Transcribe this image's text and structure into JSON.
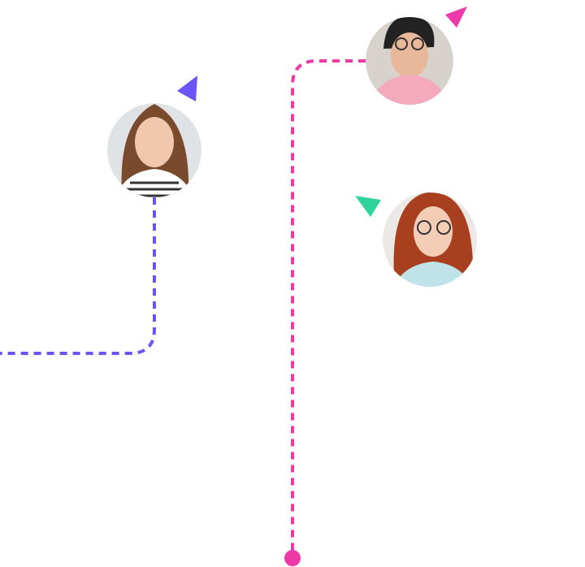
{
  "colors": {
    "purple": "#6c55f6",
    "pink": "#ee3aa8",
    "green": "#2fd39b",
    "background": "#ffffff"
  },
  "avatars": [
    {
      "name": "woman-striped-shirt",
      "hair": "#7a4a2c",
      "skin": "#f1c7ae",
      "bg": "#dfe3e6",
      "shirt": "#ffffff"
    },
    {
      "name": "person-glasses-pink-jacket",
      "hair": "#222222",
      "skin": "#e9b79a",
      "bg": "#d8d2cc",
      "shirt": "#f4a9bd"
    },
    {
      "name": "redhead-glasses",
      "hair": "#a8401f",
      "skin": "#f4cdb6",
      "bg": "#ebe8e6",
      "shirt": "#bfe3e8"
    }
  ]
}
